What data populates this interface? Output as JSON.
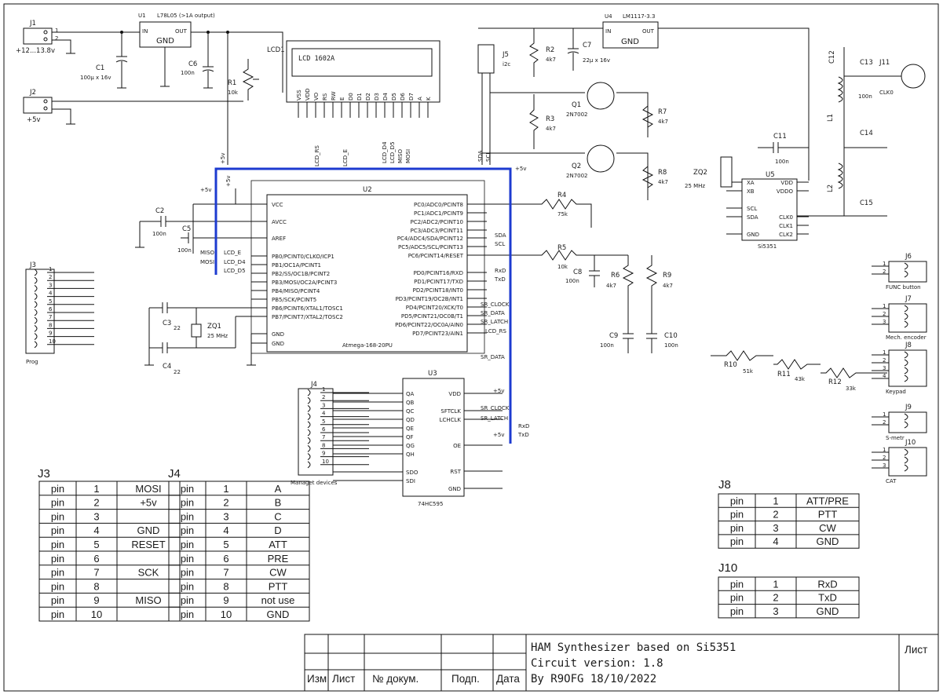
{
  "title_block": {
    "line1": "HAM Synthesizer based on Si5351",
    "line2": "Circuit version: 1.8",
    "line3": "By R9OFG 18/10/2022",
    "sheet_label": "Лист",
    "cols": [
      "Изм",
      "Лист",
      "№ докум.",
      "Подп.",
      "Дата"
    ]
  },
  "components": {
    "j1": {
      "ref": "J1",
      "label": "+12...13.8v"
    },
    "j2": {
      "ref": "J2",
      "label": "+5v"
    },
    "u1": {
      "ref": "U1",
      "part": "L78L05 (>1A output)",
      "in": "IN",
      "out": "OUT",
      "gnd": "GND"
    },
    "c1": {
      "ref": "C1",
      "value": "100µ x 16v"
    },
    "c6": {
      "ref": "C6",
      "value": "100n"
    },
    "r1": {
      "ref": "R1",
      "value": "10k"
    },
    "lcd1": {
      "ref": "LCD1",
      "text": "LCD 1602A",
      "pins": [
        "VSS",
        "VDD",
        "VO",
        "RS",
        "RW",
        "E",
        "D0",
        "D1",
        "D2",
        "D3",
        "D4",
        "D5",
        "D6",
        "D7",
        "A",
        "K"
      ]
    },
    "j5": {
      "ref": "J5",
      "value": "i2c"
    },
    "r2": {
      "ref": "R2",
      "value": "4k7"
    },
    "c7": {
      "ref": "C7",
      "value": "22µ x 16v"
    },
    "u4": {
      "ref": "U4",
      "part": "LM1117-3.3",
      "in": "IN",
      "out": "OUT",
      "gnd": "GND"
    },
    "q1": {
      "ref": "Q1",
      "value": "2N7002"
    },
    "q2": {
      "ref": "Q2",
      "value": "2N7002"
    },
    "r3": {
      "ref": "R3",
      "value": "4k7"
    },
    "r7": {
      "ref": "R7",
      "value": "4k7"
    },
    "r8": {
      "ref": "R8",
      "value": "4k7"
    },
    "c11": {
      "ref": "C11",
      "value": "100n"
    },
    "c12": {
      "ref": "C12"
    },
    "c13": {
      "ref": "C13",
      "value": "100n"
    },
    "c14": {
      "ref": "C14"
    },
    "c15": {
      "ref": "C15"
    },
    "l1": {
      "ref": "L1"
    },
    "l2": {
      "ref": "L2"
    },
    "j11": {
      "ref": "J11",
      "value": "CLK0"
    },
    "zq2": {
      "ref": "ZQ2",
      "value": "25 MHz"
    },
    "u5": {
      "ref": "U5",
      "part": "Si5351",
      "pins_left": [
        "XA",
        "XB",
        "SCL",
        "SDA",
        "GND"
      ],
      "pins_right": [
        "VDD",
        "VDDO",
        "CLK0",
        "CLK1",
        "CLK2"
      ]
    },
    "u2": {
      "ref": "U2",
      "part": "Atmega-168-20PU",
      "pins_left": [
        "VCC",
        "AVCC",
        "AREF",
        "PB0/PCINT0/CLKO/ICP1",
        "PB1/OC1A/PCINT1",
        "PB2/SS/OC1B/PCINT2",
        "PB3/MOSI/OC2A/PCINT3",
        "PB4/MISO/PCINT4",
        "PB5/SCK/PCINT5",
        "PB6/PCINT6/XTAL1/TOSC1",
        "PB7/PCINT7/XTAL2/TOSC2",
        "GND",
        "GND"
      ],
      "pins_right": [
        "PC0/ADC0/PCINT8",
        "PC1/ADC1/PCINT9",
        "PC2/ADC2/PCINT10",
        "PC3/ADC3/PCINT11",
        "PC4/ADC4/SDA/PCINT12",
        "PC5/ADC5/SCL/PCINT13",
        "PC6/PCINT14/RESET",
        "PD0/PCINT16/RXD",
        "PD1/PCINT17/TXD",
        "PD2/PCINT18/INT0",
        "PD3/PCINT19/OC2B/INT1",
        "PD4/PCINT20/XCK/T0",
        "PD5/PCINT21/OC0B/T1",
        "PD6/PCINT22/OC0A/AIN0",
        "PD7/PCINT23/AIN1"
      ]
    },
    "c2": {
      "ref": "C2",
      "value": "100n"
    },
    "c5": {
      "ref": "C5",
      "value": "100n"
    },
    "c3": {
      "ref": "C3",
      "value": "22"
    },
    "c4": {
      "ref": "C4",
      "value": "22"
    },
    "zq1": {
      "ref": "ZQ1",
      "value": "25 MHz"
    },
    "r4": {
      "ref": "R4",
      "value": "75k"
    },
    "r5": {
      "ref": "R5",
      "value": "10k"
    },
    "c8": {
      "ref": "C8",
      "value": "100n"
    },
    "r6": {
      "ref": "R6",
      "value": "4k7"
    },
    "r9": {
      "ref": "R9",
      "value": "4k7"
    },
    "c9": {
      "ref": "C9",
      "value": "100n"
    },
    "c10": {
      "ref": "C10",
      "value": "100n"
    },
    "j3": {
      "ref": "J3",
      "label": "Prog"
    },
    "j4": {
      "ref": "J4",
      "label": "Managet devices"
    },
    "u3": {
      "ref": "U3",
      "part": "74HC595",
      "pins_left": [
        "QA",
        "QB",
        "QC",
        "QD",
        "QE",
        "QF",
        "QG",
        "QH",
        "SDO",
        "SDI"
      ],
      "pins_right": [
        "VDD",
        "SFTCLK",
        "LCHCLK",
        "OE",
        "RST",
        "GND"
      ]
    },
    "j6": {
      "ref": "J6",
      "label": "FUNC button"
    },
    "j7": {
      "ref": "J7",
      "label": "Mech. encoder"
    },
    "j8": {
      "ref": "J8",
      "label": "Keypad"
    },
    "j9": {
      "ref": "J9",
      "label": "S-metr"
    },
    "j10": {
      "ref": "J10",
      "label": "CAT"
    },
    "r10": {
      "ref": "R10",
      "value": "51k"
    },
    "r11": {
      "ref": "R11",
      "value": "43k"
    },
    "r12": {
      "ref": "R12",
      "value": "33k"
    }
  },
  "net_labels": {
    "plus5v": "+5v",
    "lcd_rs": "LCD_RS",
    "lcd_e": "LCD_E",
    "lcd_d4": "LCD_D4",
    "lcd_d5": "LCD_D5",
    "mosi": "MOSI",
    "miso": "MISO",
    "sda": "SDA",
    "scl": "SCL",
    "rxd": "RxD",
    "txd": "TxD",
    "sr_clock": "SR_CLOCK",
    "sr_data": "SR_DATA",
    "sr_latch": "SR_LATCH"
  },
  "tables": {
    "j3": {
      "title": "J3",
      "rows": [
        [
          "pin",
          "1",
          "MOSI"
        ],
        [
          "pin",
          "2",
          "+5v"
        ],
        [
          "pin",
          "3",
          ""
        ],
        [
          "pin",
          "4",
          "GND"
        ],
        [
          "pin",
          "5",
          "RESET"
        ],
        [
          "pin",
          "6",
          ""
        ],
        [
          "pin",
          "7",
          "SCK"
        ],
        [
          "pin",
          "8",
          ""
        ],
        [
          "pin",
          "9",
          "MISO"
        ],
        [
          "pin",
          "10",
          ""
        ]
      ]
    },
    "j4": {
      "title": "J4",
      "rows": [
        [
          "pin",
          "1",
          "A"
        ],
        [
          "pin",
          "2",
          "B"
        ],
        [
          "pin",
          "3",
          "C"
        ],
        [
          "pin",
          "4",
          "D"
        ],
        [
          "pin",
          "5",
          "ATT"
        ],
        [
          "pin",
          "6",
          "PRE"
        ],
        [
          "pin",
          "7",
          "CW"
        ],
        [
          "pin",
          "8",
          "PTT"
        ],
        [
          "pin",
          "9",
          "not use"
        ],
        [
          "pin",
          "10",
          "GND"
        ]
      ]
    },
    "j8": {
      "title": "J8",
      "rows": [
        [
          "pin",
          "1",
          "ATT/PRE"
        ],
        [
          "pin",
          "2",
          "PTT"
        ],
        [
          "pin",
          "3",
          "CW"
        ],
        [
          "pin",
          "4",
          "GND"
        ]
      ]
    },
    "j10": {
      "title": "J10",
      "rows": [
        [
          "pin",
          "1",
          "RxD"
        ],
        [
          "pin",
          "2",
          "TxD"
        ],
        [
          "pin",
          "3",
          "GND"
        ]
      ]
    }
  }
}
